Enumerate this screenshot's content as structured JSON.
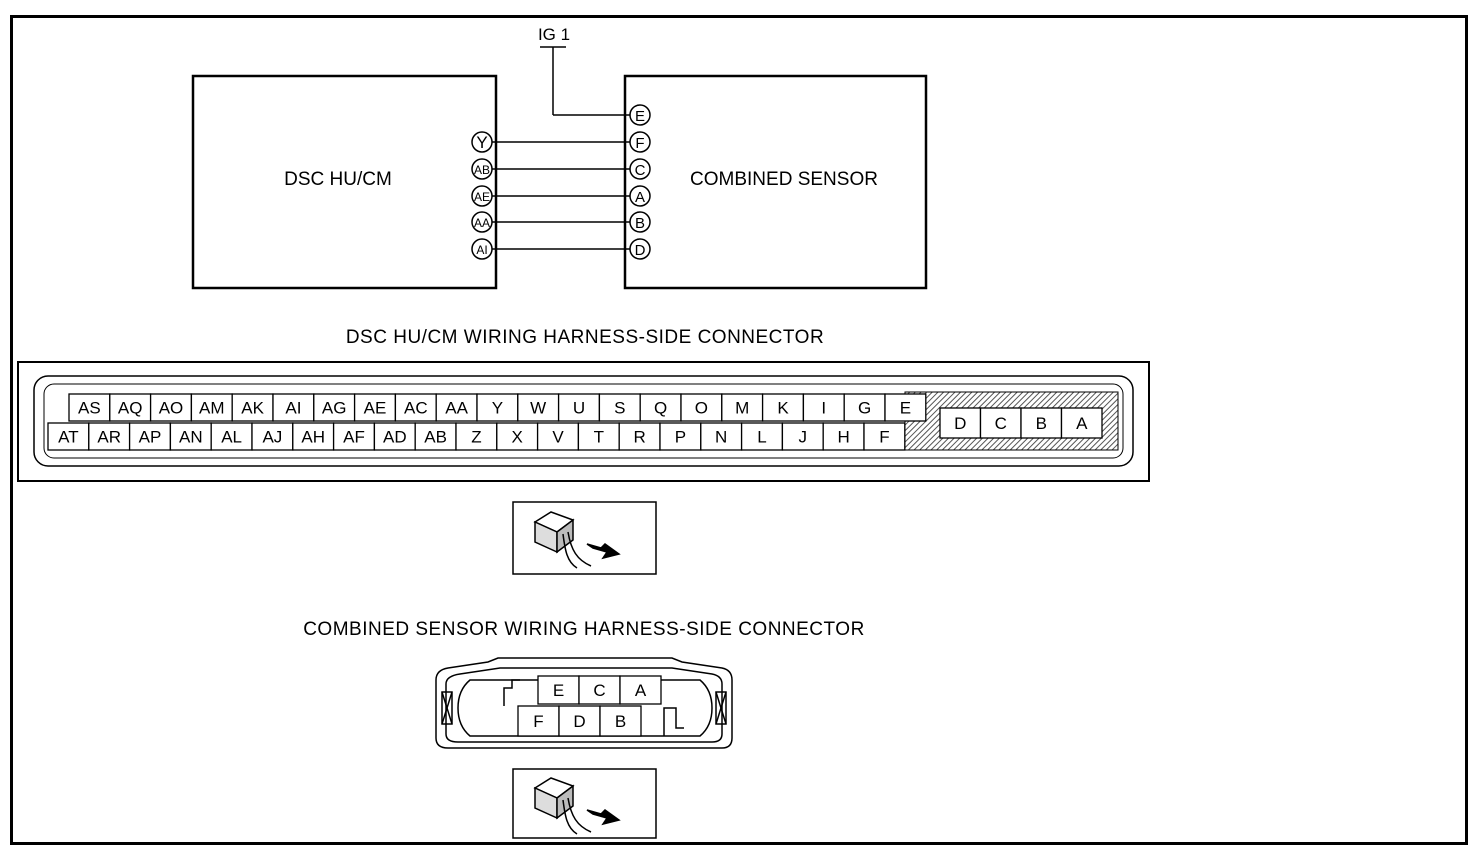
{
  "colors": {
    "ink": "#000000",
    "hatch": "#888888",
    "background": "#ffffff"
  },
  "power": {
    "label": "IG 1"
  },
  "dsc_box": {
    "label": "DSC  HU/CM",
    "pins": [
      "Y",
      "AB",
      "AE",
      "AA",
      "AI"
    ]
  },
  "sensor_box": {
    "label": "COMBINED SENSOR",
    "pins": [
      "E",
      "F",
      "C",
      "A",
      "B",
      "D"
    ]
  },
  "dsc_connector": {
    "title": "DSC HU/CM WIRING HARNESS-SIDE CONNECTOR",
    "top_row": [
      "AS",
      "AQ",
      "AO",
      "AM",
      "AK",
      "AI",
      "AG",
      "AE",
      "AC",
      "AA",
      "Y",
      "W",
      "U",
      "S",
      "Q",
      "O",
      "M",
      "K",
      "I",
      "G",
      "E"
    ],
    "bottom_row": [
      "AT",
      "AR",
      "AP",
      "AN",
      "AL",
      "AJ",
      "AH",
      "AF",
      "AD",
      "AB",
      "Z",
      "X",
      "V",
      "T",
      "R",
      "P",
      "N",
      "L",
      "J",
      "H",
      "F"
    ],
    "large_pins": [
      "D",
      "C",
      "B",
      "A"
    ]
  },
  "sensor_connector": {
    "title": "COMBINED SENSOR WIRING HARNESS-SIDE CONNECTOR",
    "top_row": [
      "E",
      "C",
      "A"
    ],
    "bottom_row": [
      "F",
      "D",
      "B"
    ]
  },
  "view_icon": "harness-side-view-icon"
}
